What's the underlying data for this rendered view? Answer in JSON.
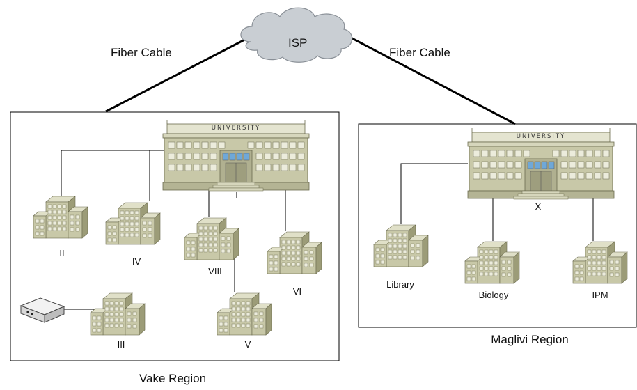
{
  "top": {
    "isp_label": "ISP",
    "left_cable_label": "Fiber Cable",
    "right_cable_label": "Fiber Cable"
  },
  "vake": {
    "region_label": "Vake Region",
    "university_sign": "UNIVERSITY",
    "buildings": {
      "main": "I",
      "b2": "II",
      "b3": "III",
      "b4": "IV",
      "b5": "V",
      "b6": "VI",
      "b8": "VIII"
    }
  },
  "maglivi": {
    "region_label": "Maglivi Region",
    "university_sign": "UNIVERSITY",
    "buildings": {
      "main": "X",
      "library": "Library",
      "biology": "Biology",
      "ipm": "IPM"
    }
  },
  "colors": {
    "building_face": "#c8c8a8",
    "building_side": "#9c9c78",
    "building_top": "#e0e0c8",
    "window": "#ececdc",
    "line": "#000000",
    "cloud": "#c9ced3"
  }
}
